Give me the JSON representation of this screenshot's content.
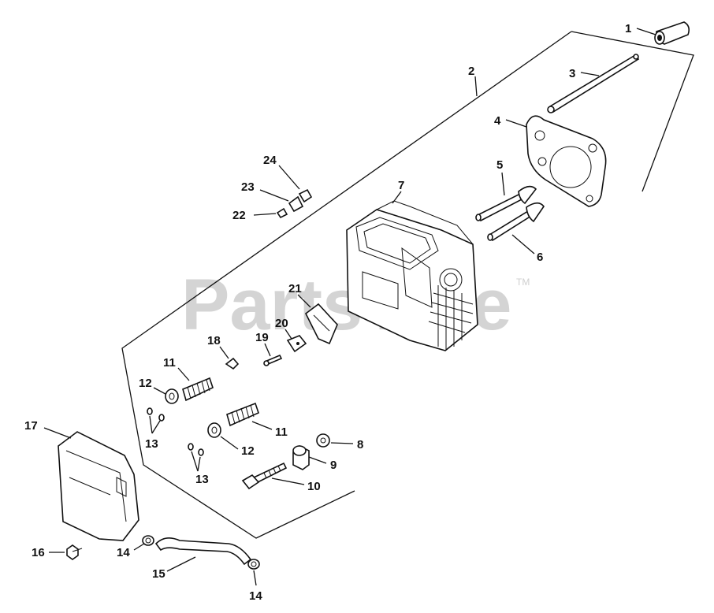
{
  "watermark": {
    "text": "PartsTree",
    "tm": "TM"
  },
  "callouts": {
    "c1": "1",
    "c2": "2",
    "c3": "3",
    "c4": "4",
    "c5": "5",
    "c6": "6",
    "c7": "7",
    "c8": "8",
    "c9": "9",
    "c10": "10",
    "c11a": "11",
    "c11b": "11",
    "c12a": "12",
    "c12b": "12",
    "c13a": "13",
    "c13b": "13",
    "c14a": "14",
    "c14b": "14",
    "c15": "15",
    "c16": "16",
    "c17": "17",
    "c18": "18",
    "c19": "19",
    "c20": "20",
    "c21": "21",
    "c22": "22",
    "c23": "23",
    "c24": "24"
  },
  "parts": [
    {
      "id": "1",
      "icon": "lifter-icon"
    },
    {
      "id": "2",
      "icon": "assembly-outline-icon"
    },
    {
      "id": "3",
      "icon": "push-rod-icon"
    },
    {
      "id": "4",
      "icon": "head-gasket-icon"
    },
    {
      "id": "5",
      "icon": "intake-valve-icon"
    },
    {
      "id": "6",
      "icon": "exhaust-valve-icon"
    },
    {
      "id": "7",
      "icon": "cylinder-head-icon"
    },
    {
      "id": "8",
      "icon": "washer-icon"
    },
    {
      "id": "9",
      "icon": "spacer-icon"
    },
    {
      "id": "10",
      "icon": "head-bolt-icon"
    },
    {
      "id": "11",
      "icon": "valve-spring-icon"
    },
    {
      "id": "12",
      "icon": "spring-cap-icon"
    },
    {
      "id": "13",
      "icon": "valve-keeper-icon"
    },
    {
      "id": "14",
      "icon": "hose-clamp-icon"
    },
    {
      "id": "15",
      "icon": "breather-hose-icon"
    },
    {
      "id": "16",
      "icon": "screw-icon"
    },
    {
      "id": "17",
      "icon": "valve-cover-icon"
    },
    {
      "id": "18",
      "icon": "plug-icon"
    },
    {
      "id": "19",
      "icon": "adjusting-screw-icon"
    },
    {
      "id": "20",
      "icon": "rocker-pivot-icon"
    },
    {
      "id": "21",
      "icon": "rocker-arm-icon"
    },
    {
      "id": "22",
      "icon": "screw-icon"
    },
    {
      "id": "23",
      "icon": "bracket-icon"
    },
    {
      "id": "24",
      "icon": "clip-icon"
    }
  ]
}
